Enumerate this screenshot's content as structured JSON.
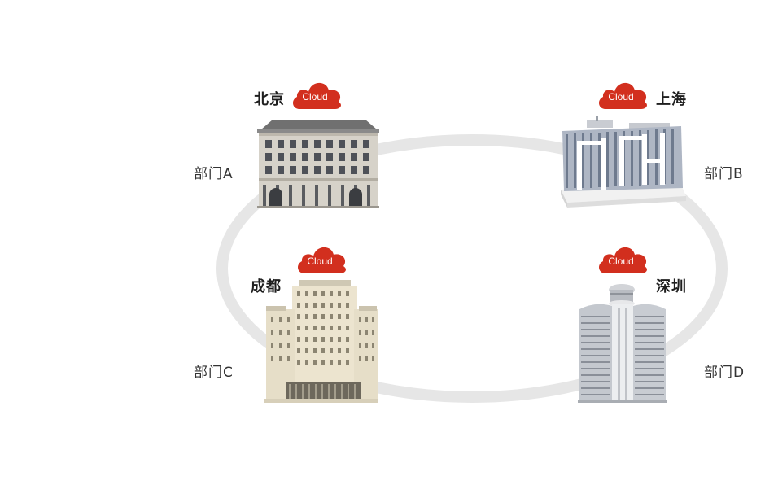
{
  "sites": [
    {
      "city": "北京",
      "department": "部门A",
      "cloud_label": "Cloud"
    },
    {
      "city": "上海",
      "department": "部门B",
      "cloud_label": "Cloud"
    },
    {
      "city": "成都",
      "department": "部门C",
      "cloud_label": "Cloud"
    },
    {
      "city": "深圳",
      "department": "部门D",
      "cloud_label": "Cloud"
    }
  ],
  "colors": {
    "cloud": "#d22f1e",
    "ring": "#e6e6e6"
  },
  "icons": [
    "cloud-icon",
    "office-building-icon"
  ]
}
